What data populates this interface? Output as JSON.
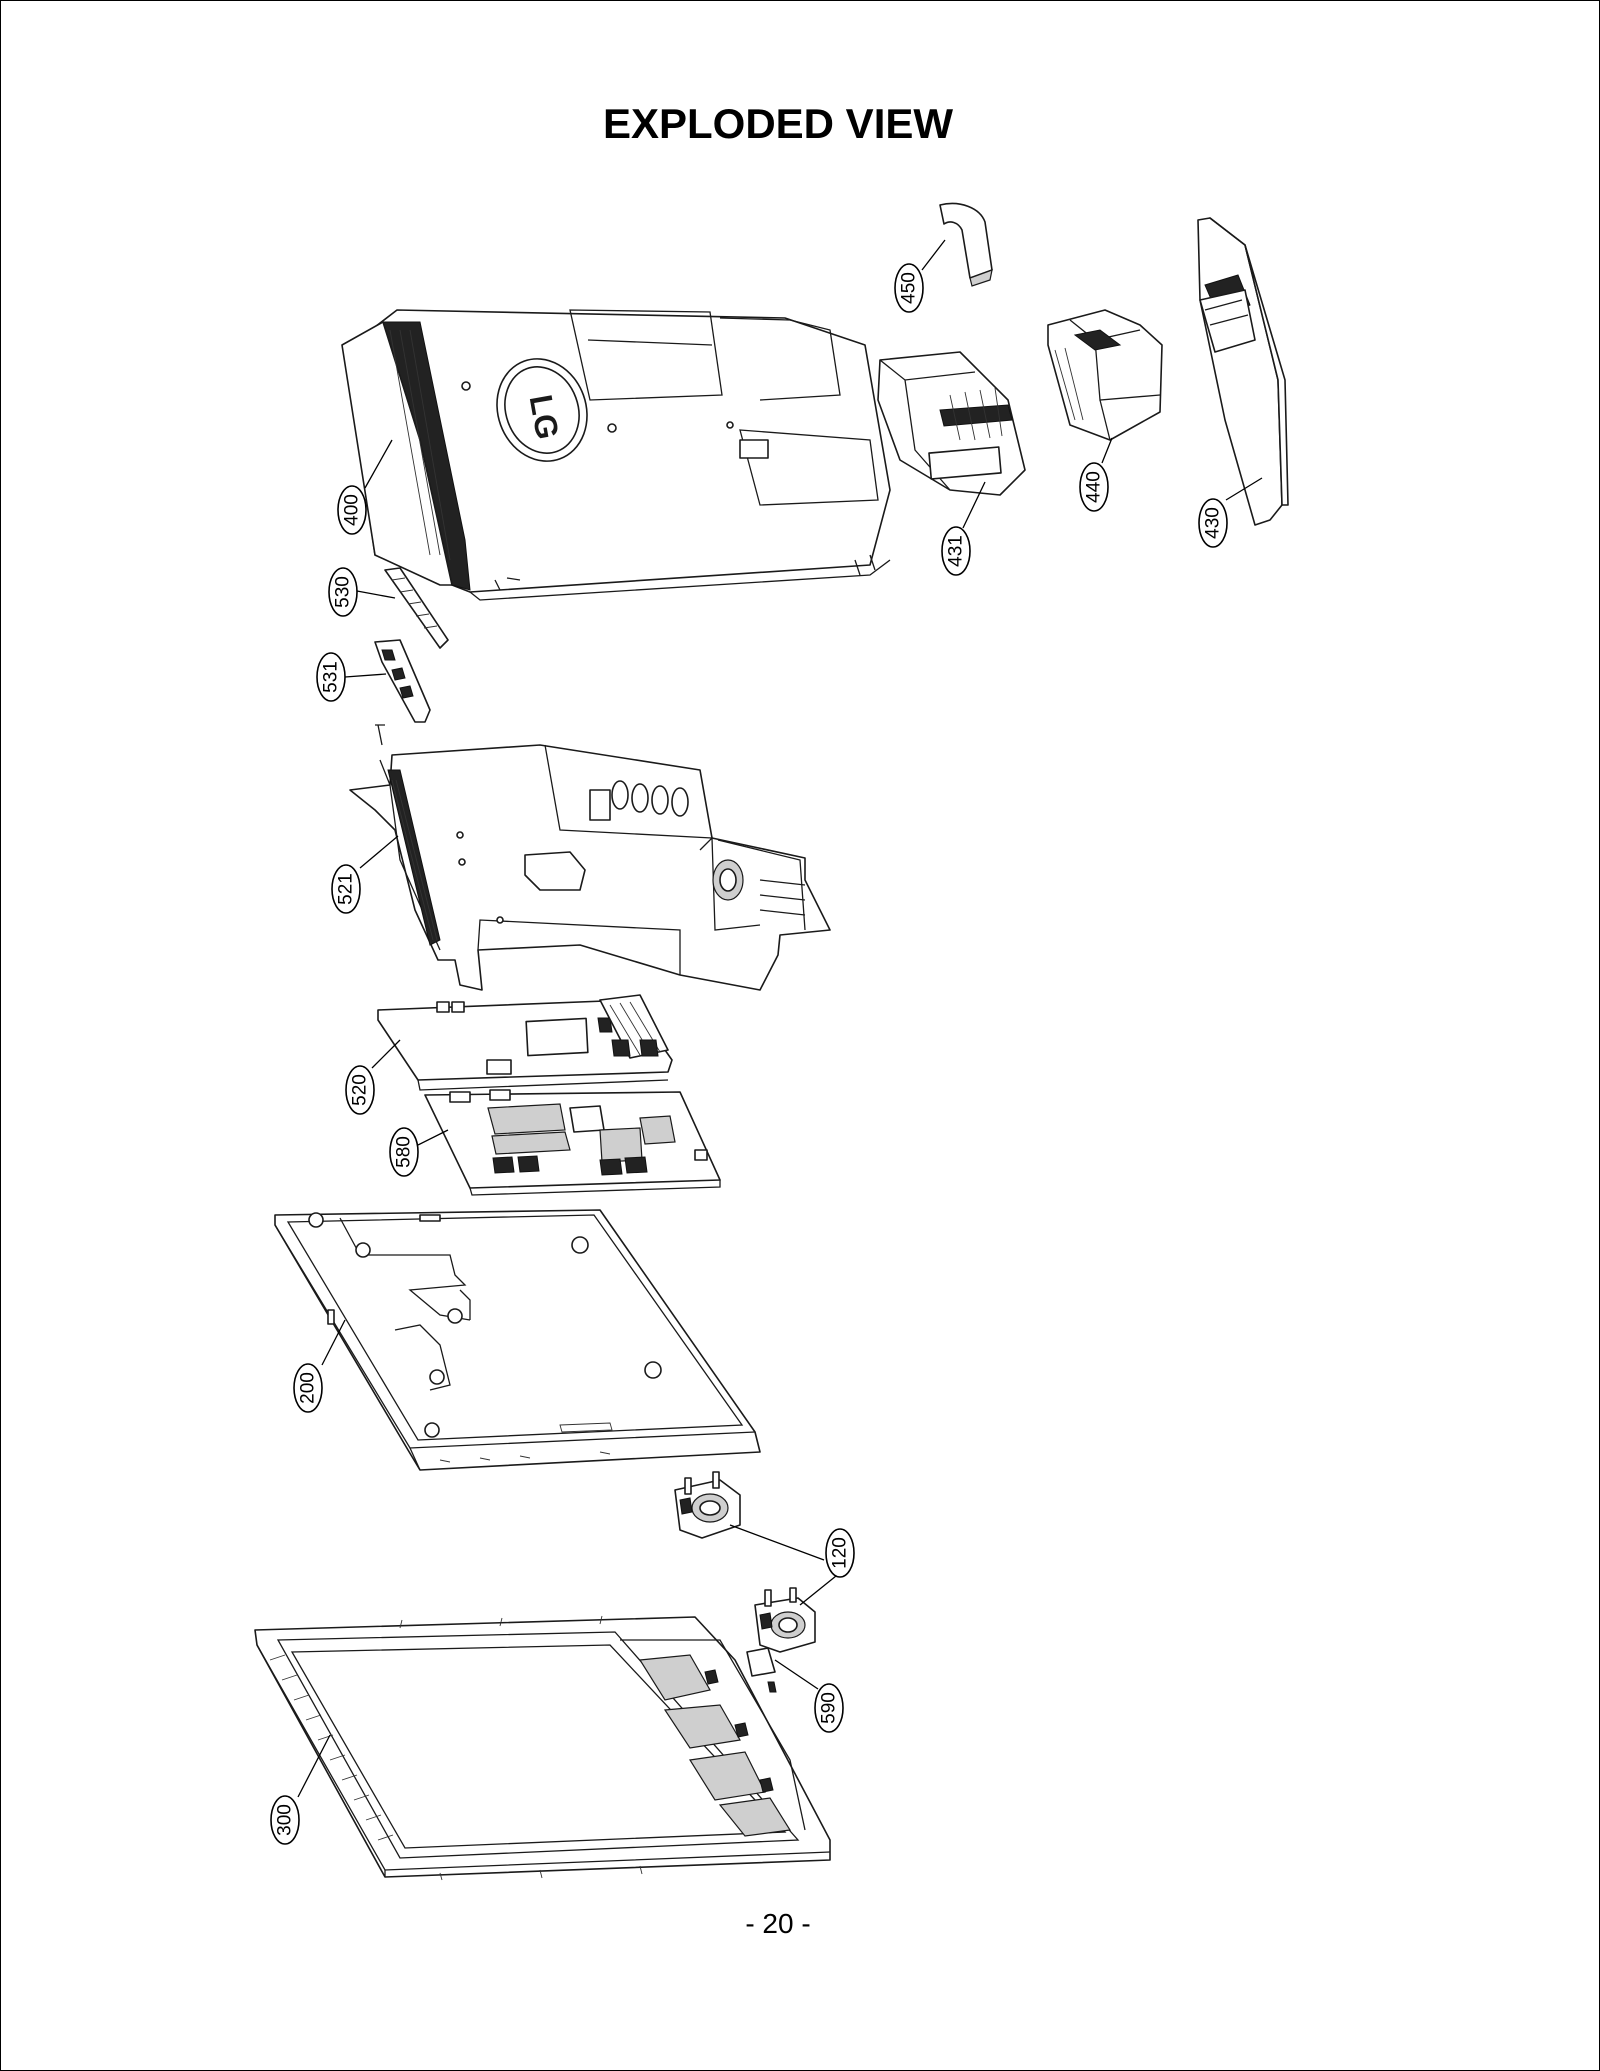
{
  "page": {
    "title": "EXPLODED VIEW",
    "page_number": "- 20 -"
  },
  "parts": [
    {
      "id": "back_cover",
      "label": "400"
    },
    {
      "id": "stand_cap",
      "label": "450"
    },
    {
      "id": "hinge_bracket",
      "label": "431"
    },
    {
      "id": "stand_body",
      "label": "440"
    },
    {
      "id": "stand_base",
      "label": "430"
    },
    {
      "id": "control_board",
      "label": "530"
    },
    {
      "id": "control_bracket",
      "label": "531"
    },
    {
      "id": "shield_frame",
      "label": "521"
    },
    {
      "id": "main_board",
      "label": "520"
    },
    {
      "id": "power_board",
      "label": "580"
    },
    {
      "id": "lcd_module",
      "label": "200"
    },
    {
      "id": "speaker",
      "label": "120"
    },
    {
      "id": "ir_board",
      "label": "590"
    },
    {
      "id": "front_cabinet",
      "label": "300"
    }
  ],
  "logo_text": "LG"
}
